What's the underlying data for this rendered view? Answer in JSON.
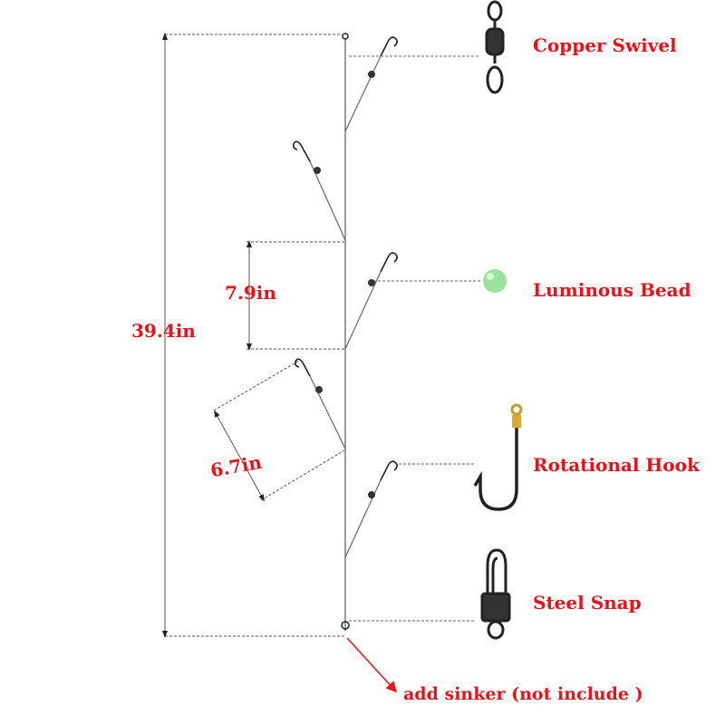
{
  "dimensions": {
    "total_length": "39.4in",
    "branch_spacing": "7.9in",
    "branch_length": "6.7in"
  },
  "components": [
    {
      "label": "Copper Swivel",
      "icon": "swivel-icon"
    },
    {
      "label": "Luminous Bead",
      "icon": "bead-icon"
    },
    {
      "label": "Rotational Hook",
      "icon": "hook-icon"
    },
    {
      "label": "Steel Snap",
      "icon": "snap-icon"
    }
  ],
  "note": "add sinker (not include )",
  "colors": {
    "label": "#e8121b",
    "line": "#555555",
    "bead": "#9be39a"
  }
}
